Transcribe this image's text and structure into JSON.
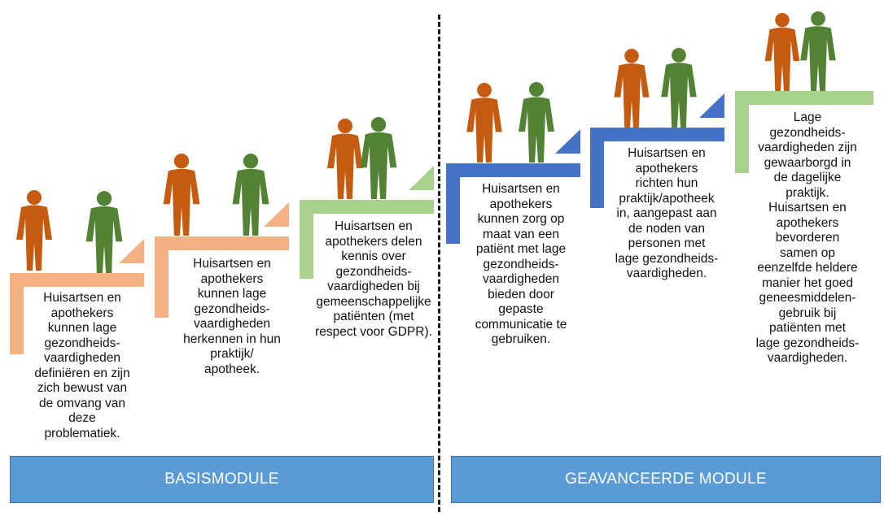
{
  "colors": {
    "orange_bar": "#f4b183",
    "green_bar": "#a9d18e",
    "blue_bar": "#4472c4",
    "module_fill": "#5b9bd5",
    "person_orange": "#c55a11",
    "person_green": "#548235"
  },
  "steps": [
    {
      "text": "Huisartsen en\napothekers\nkunnen lage\ngezondheids-\nvaardigheden\ndefiniëren en zijn\nzich bewust van\nde omvang van\ndeze\nproblematiek."
    },
    {
      "text": "Huisartsen en\napothekers\nkunnen lage\ngezondheids-\nvaardigheden\nherkennen in hun\npraktijk/\napotheek."
    },
    {
      "text": "Huisartsen en\napothekers delen\nkennis over\ngezondheids-\nvaardigheden bij\ngemeenschappelijke\npatiënten (met\nrespect voor GDPR)."
    },
    {
      "text": "Huisartsen en\napothekers\nkunnen zorg op\nmaat van een\npatiënt met lage\ngezondheids-\nvaardigheden\nbieden door\ngepaste\ncommunicatie te\ngebruiken."
    },
    {
      "text": "Huisartsen en\napothekers\nrichten hun\npraktijk/apotheek\nin, aangepast aan\nde noden van\npersonen met\nlage gezondheids-\nvaardigheden."
    },
    {
      "text": "Lage\ngezondheids-\nvaardigheden zijn\ngewaarborgd in\nde dagelijke\npraktijk.\nHuisartsen en\napothekers\nbevorderen\nsamen op\neenzelfde heldere\nmanier het goed\ngeneesmiddelen-\ngebruik bij\npatiënten met\nlage gezondheids-\nvaardigheden."
    }
  ],
  "modules": {
    "basis": "BASISMODULE",
    "advanced": "GEAVANCEERDE MODULE"
  },
  "icons": [
    "person-icon",
    "divider-line"
  ]
}
